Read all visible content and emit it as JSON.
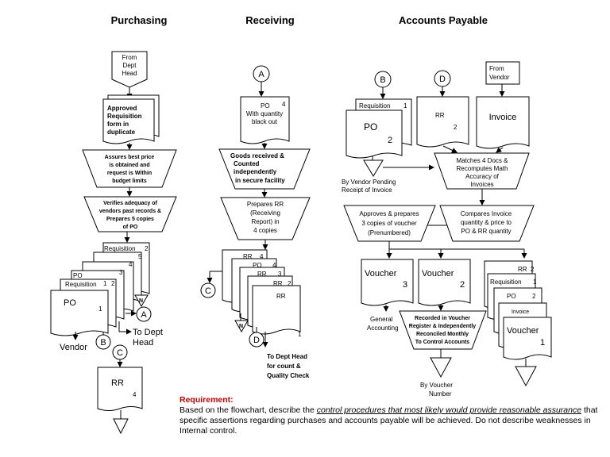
{
  "headers": {
    "purchasing": "Purchasing",
    "receiving": "Receiving",
    "ap": "Accounts Payable"
  },
  "purchasing": {
    "from_dept": [
      "From",
      "Dept",
      "Head"
    ],
    "approved_req": [
      "Approved",
      "Requisition",
      "form in",
      "duplicate"
    ],
    "assures": [
      "Assures best price",
      "is obtained and",
      "request is Within",
      "budget limits"
    ],
    "verifies": [
      "Verifies adequacy of",
      "vendors past records &",
      "Prepares 5 copies",
      "of PO"
    ],
    "stack_req": "Requisition",
    "stack_po": "PO",
    "nums": [
      "2",
      "5",
      "4",
      "3",
      "2",
      "1",
      "1"
    ],
    "connector_a": "A",
    "to_dept_head": [
      "To Dept",
      "Head"
    ],
    "vendor": "Vendor",
    "connector_b": "B",
    "connector_c": "C",
    "rr": "RR",
    "rr_num": "4",
    "n": "N"
  },
  "receiving": {
    "connector_a": "A",
    "po": "PO",
    "po_num": "4",
    "po_note": [
      "With quantity",
      "black out"
    ],
    "goods": [
      "Goods received &",
      "Counted",
      "independently",
      "in secure facility"
    ],
    "prepares": [
      "Prepares RR",
      "(Receiving",
      "Report) in",
      "4 copies"
    ],
    "rr": "RR",
    "po_stack": "PO",
    "nums": [
      "4",
      "4",
      "3",
      "2",
      "1"
    ],
    "connector_c": "C",
    "connector_d": "D",
    "n": "N",
    "to_dept": [
      "To Dept Head",
      "for count &",
      "Quality Check"
    ]
  },
  "ap": {
    "connector_b": "B",
    "connector_d": "D",
    "from_vendor": [
      "From",
      "Vendor"
    ],
    "requisition": "Requisition",
    "req_num": "1",
    "po": "PO",
    "po_num": "2",
    "rr": "RR",
    "rr_num": "2",
    "invoice": "Invoice",
    "by_vendor": [
      "By Vendor Pending",
      "Receipt of Invoice"
    ],
    "matches": [
      "Matches 4 Docs &",
      "Recomputes Math",
      "Accuracy of",
      "Invoices"
    ],
    "approves": [
      "Approves & prepares",
      "3 copies of voucher",
      "(Prenumbered)"
    ],
    "compares": [
      "Compares Invoice",
      "quantity & price to",
      "PO & RR quantity"
    ],
    "voucher": "Voucher",
    "voucher_nums": [
      "3",
      "2",
      "1"
    ],
    "general": [
      "General",
      "Accounting"
    ],
    "recorded": [
      "Recorded in Voucher",
      "Register & Independently",
      "Reconciled Monthly",
      "To Control Accounts"
    ],
    "by_voucher": [
      "By Voucher",
      "Number"
    ],
    "right_stack": {
      "rr": "RR",
      "rr_num": "2",
      "req": "Requisition",
      "req_num": "1",
      "po": "PO",
      "po_num": "2",
      "invoice": "Invoice"
    }
  },
  "requirement": {
    "title": "Requirement:",
    "text1": "Based on the flowchart, describe the ",
    "underlined": "control procedures that most likely would provide reasonable assurance",
    "text2": " that specific assertions regarding purchases and accounts payable will be achieved.  Do not describe  weaknesses in Internal control."
  }
}
